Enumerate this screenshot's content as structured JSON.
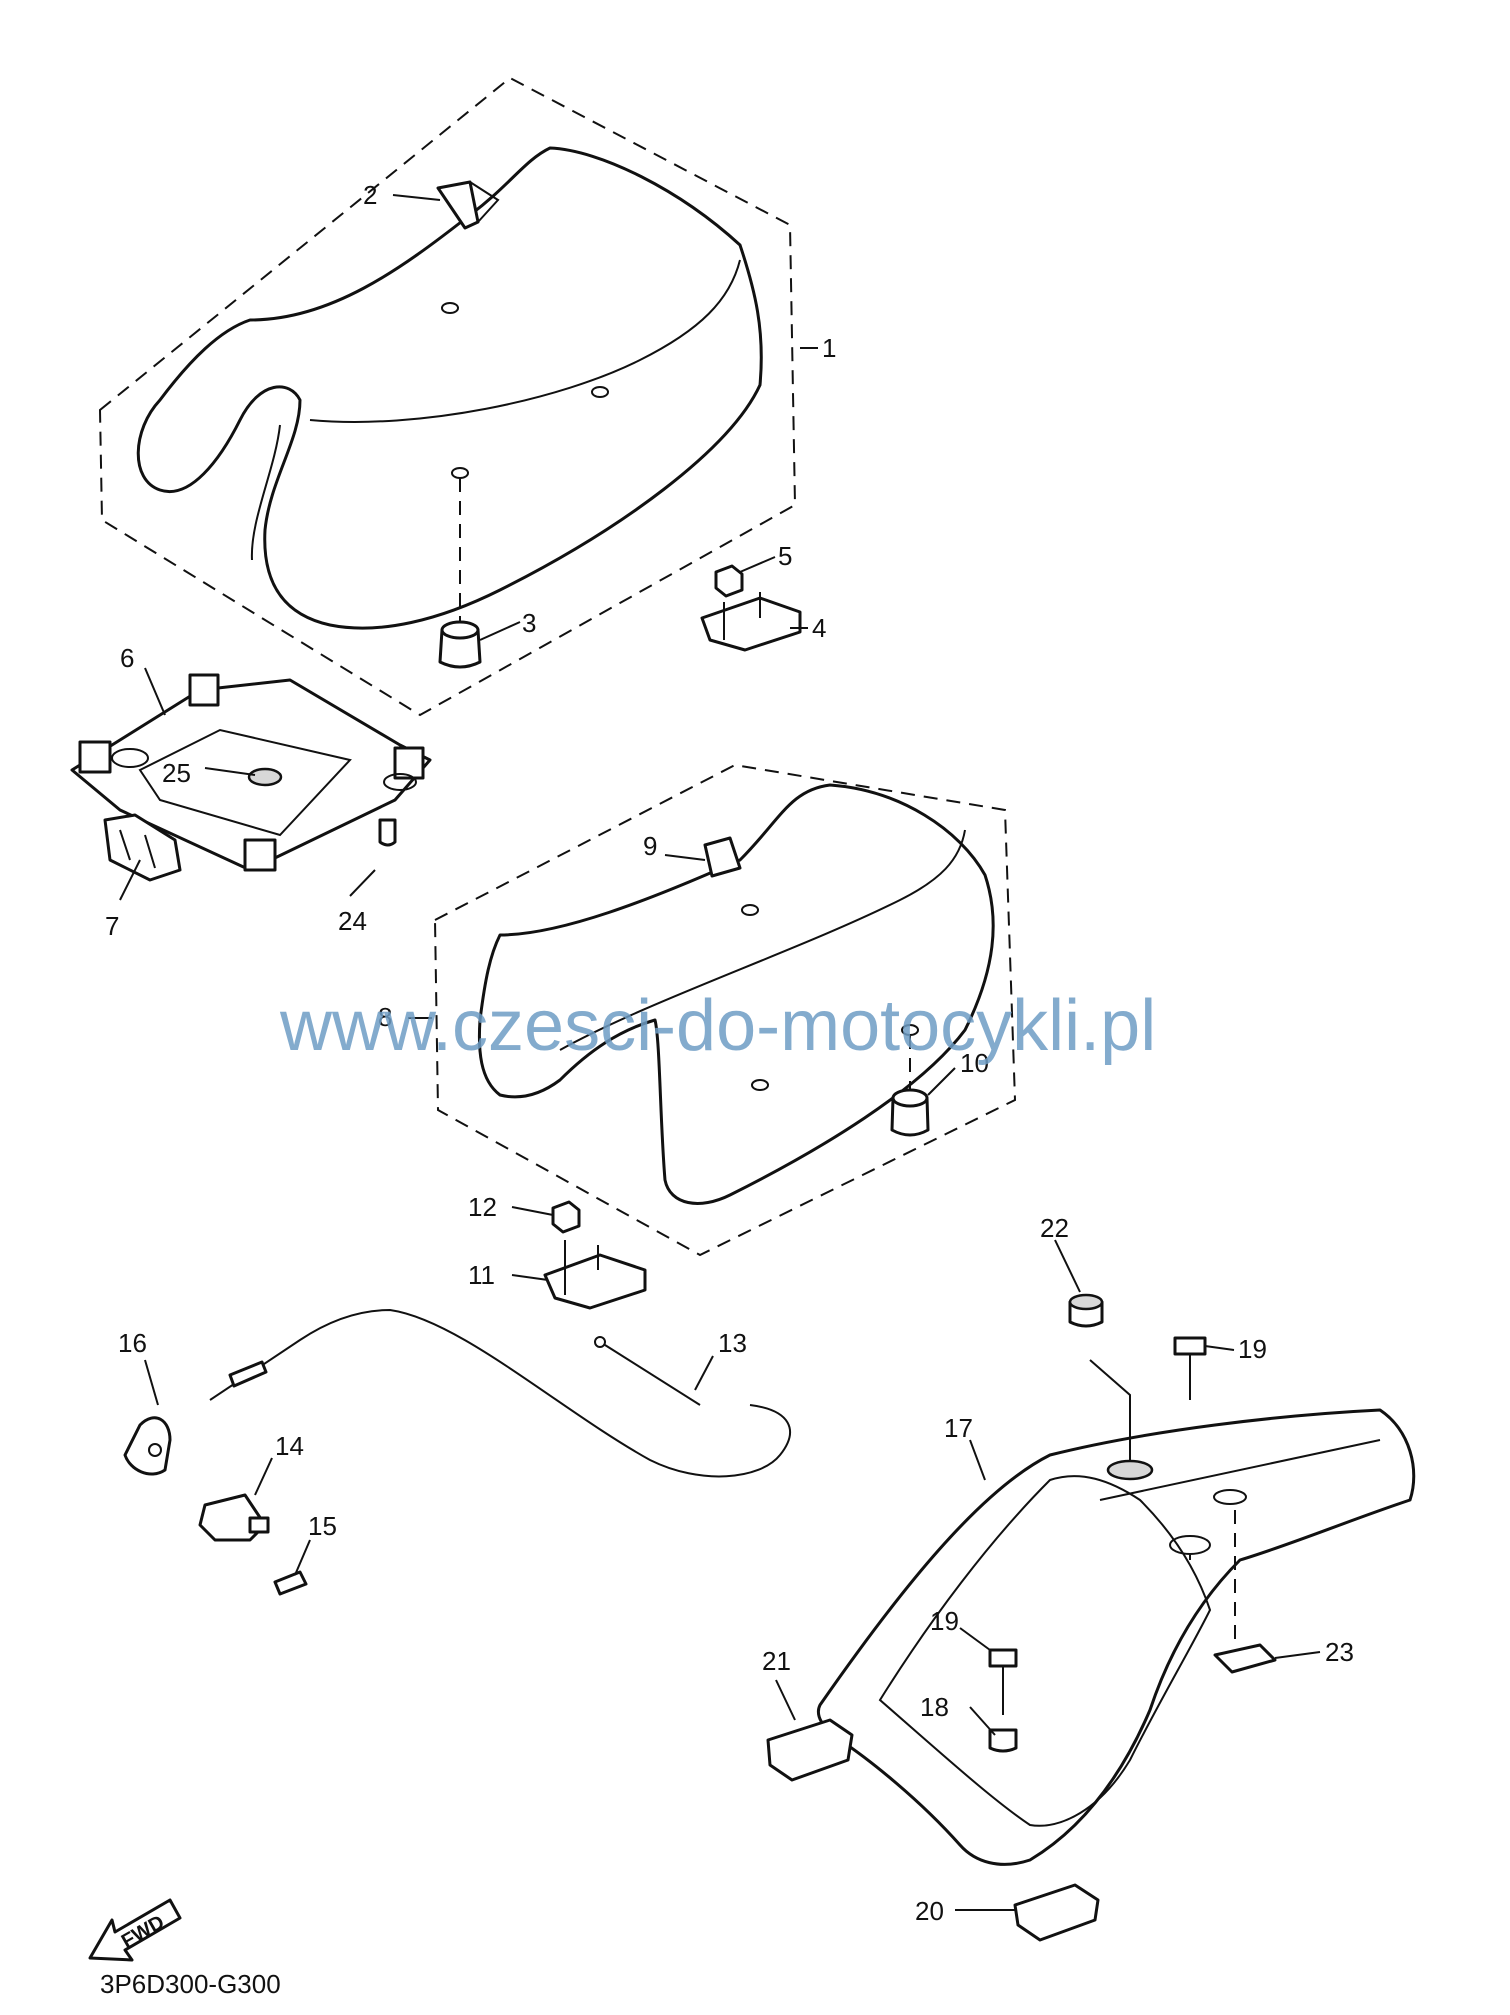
{
  "diagram": {
    "callouts": [
      "1",
      "2",
      "3",
      "4",
      "5",
      "6",
      "7",
      "8",
      "9",
      "10",
      "11",
      "12",
      "13",
      "14",
      "15",
      "16",
      "17",
      "18",
      "19",
      "19",
      "20",
      "21",
      "22",
      "23",
      "24",
      "25"
    ],
    "watermark": "www.czesci-do-motocykli.pl",
    "fwd_label": "FWD",
    "code": "3P6D300-G300"
  }
}
